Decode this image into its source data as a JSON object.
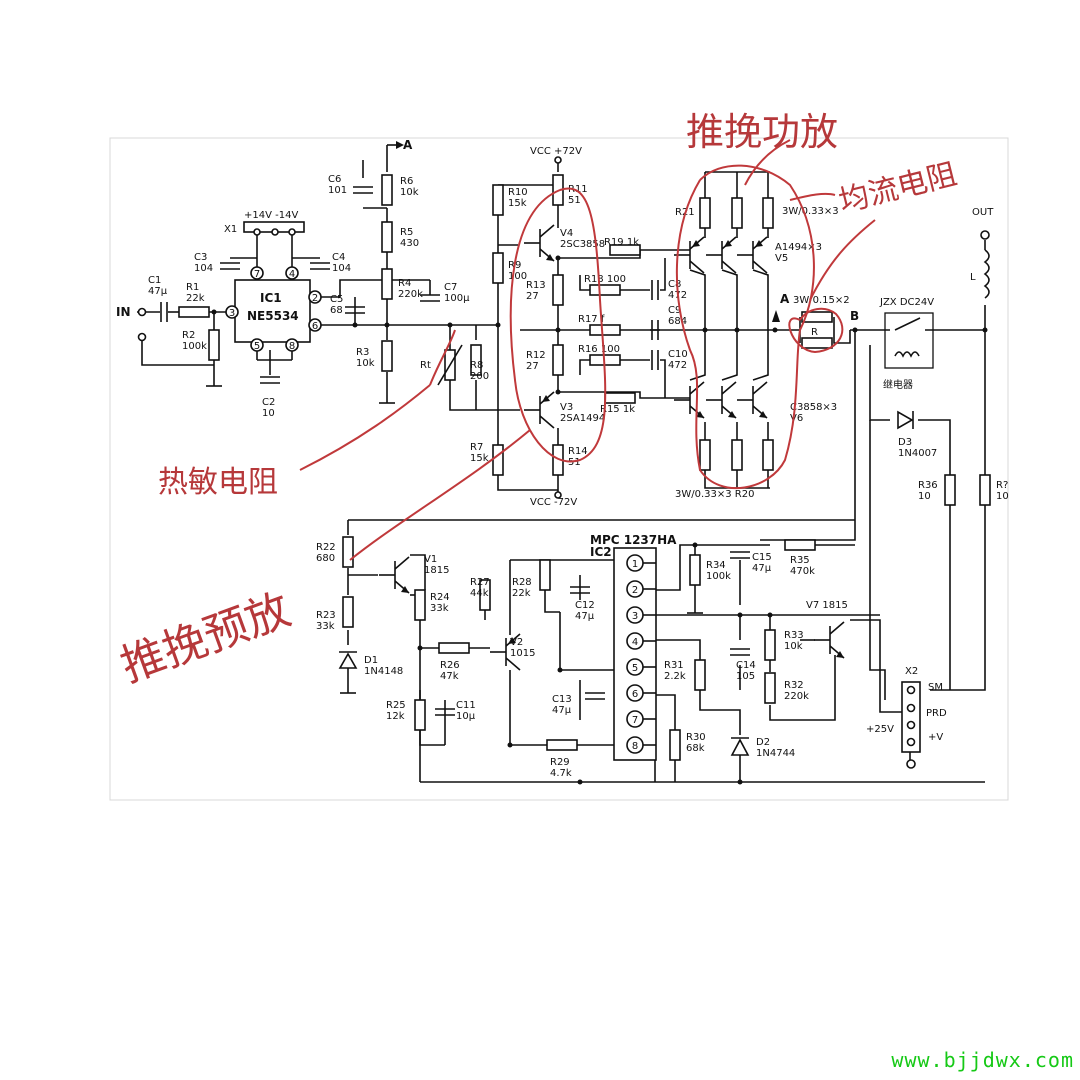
{
  "annotations": {
    "push_pull_power": "推挽功放",
    "current_sharing_resistor": "均流电阻",
    "thermistor": "热敏电阻",
    "push_pull_preamp": "推挽预放"
  },
  "rails": {
    "vcc_pos": "VCC +72V",
    "vcc_neg": "VCC -72V"
  },
  "connectors": {
    "x1": "X1",
    "x1_supply": "+14V  -14V",
    "in": "IN",
    "out": "OUT",
    "a_top": "A",
    "a_mid": "A",
    "b": "B",
    "x2": "X2",
    "x2_sm": "SM",
    "x2_prd": "PRD",
    "x2_v": "+V",
    "plus25": "+25V",
    "inductor": "L"
  },
  "ic1": {
    "ref": "IC1",
    "part": "NE5534",
    "pins": {
      "p2": "2",
      "p3": "3",
      "p4": "4",
      "p5": "5",
      "p6": "6",
      "p7": "7",
      "p8": "8"
    }
  },
  "ic2": {
    "ref": "IC2",
    "part": "MPC 1237HA",
    "pins": [
      "1",
      "2",
      "3",
      "4",
      "5",
      "6",
      "7",
      "8"
    ]
  },
  "components": {
    "c1": "C1\n47μ",
    "r1": "R1\n22k",
    "r2": "R2\n100k",
    "c3": "C3\n104",
    "c4": "C4\n104",
    "c2": "C2\n10",
    "c6": "C6\n101",
    "r6": "R6\n10k",
    "r5": "R5\n430",
    "r4": "R4\n220k",
    "c7": "C7\n100μ",
    "c5": "C5\n68",
    "r3": "R3\n10k",
    "rt": "Rt",
    "r8": "R8\n200",
    "r10": "R10\n15k",
    "r9": "R9\n100",
    "r7": "R7\n15k",
    "r11": "R11\n51",
    "v4": "V4\n2SC3858",
    "r19": "R19  1k",
    "r13": "R13\n27",
    "r18": "R18  100",
    "c8": "C8\n472",
    "r17": "R17  f",
    "c9": "C9\n684",
    "r12": "R12\n27",
    "r16": "R16  100",
    "c10": "C10\n472",
    "v3": "V3\n2SA1494",
    "r15": "R15  1k",
    "r14": "R14\n51",
    "r21": "R21",
    "r21_val": "3W/0.33×3",
    "v5": "A1494×3\nV5",
    "r_emit": "3W/0.15×2",
    "r_emit_ref": "R",
    "v6": "C3858×3\nV6",
    "r20_val": "3W/0.33×3  R20",
    "relay": "JZX  DC24V",
    "relay_name": "继电器",
    "d3": "D3\n1N4007",
    "r36": "R36\n10",
    "r_cut": "R?\n10",
    "r22": "R22\n680",
    "v1": "V1\n1815",
    "r23": "R23\n33k",
    "d1": "D1\n1N4148",
    "r24": "R24\n33k",
    "r26": "R26\n47k",
    "r25": "R25\n12k",
    "c11": "C11\n10μ",
    "v2": "V2\n1015",
    "r27": "R27\n44k",
    "r28": "R28\n22k",
    "c12": "C12\n47μ",
    "c13": "C13\n47μ",
    "r29": "R29\n4.7k",
    "r34": "R34\n100k",
    "c15": "C15\n47μ",
    "r35": "R35\n470k",
    "v7": "V7  1815",
    "r33": "R33\n10k",
    "r32": "R32\n220k",
    "c14": "C14\n105",
    "r31": "R31\n2.2k",
    "r30": "R30\n68k",
    "d2": "D2\n1N4744"
  },
  "watermark": "www.bjjdwx.com"
}
